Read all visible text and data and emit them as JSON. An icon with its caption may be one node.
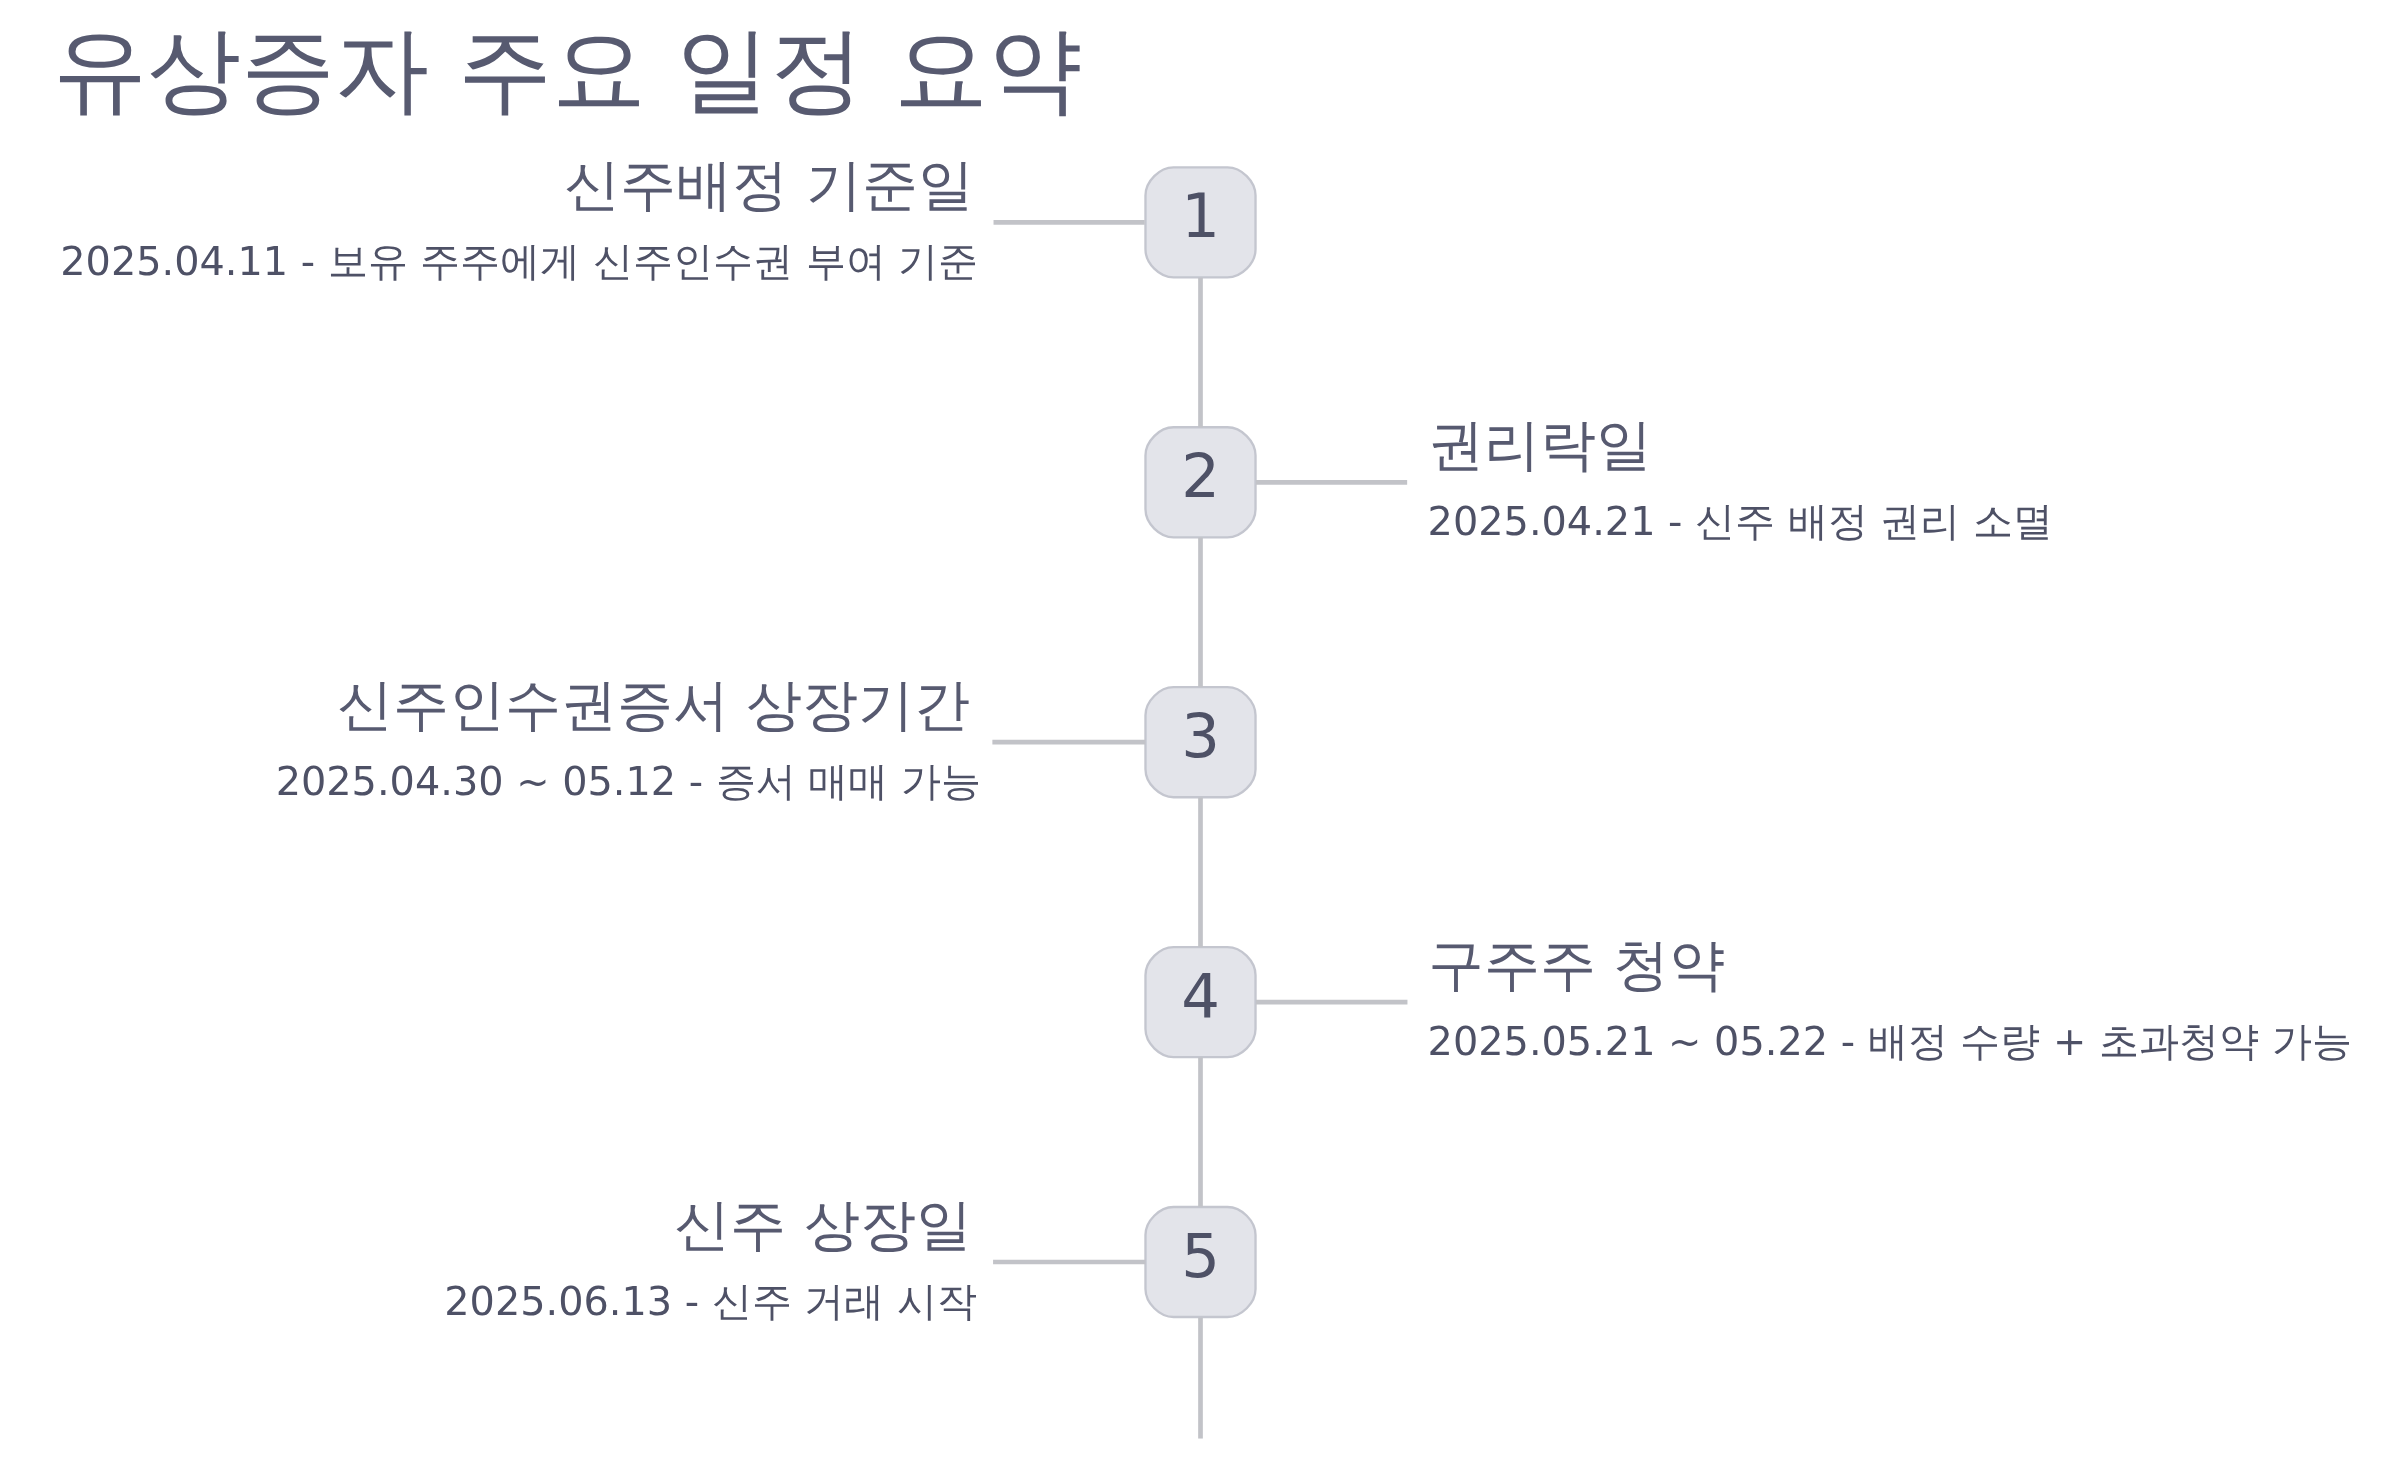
{
  "diagram": {
    "title": "유상증자 주요 일정 요약",
    "nodes": [
      {
        "text": [
          "신주배정 기준일",
          "2025.04.11 - 보유 주주에게 신주인수권 부여 기준"
        ]
      },
      {
        "text": [
          "1"
        ]
      },
      {
        "text": [
          "2"
        ]
      },
      {
        "text": [
          "권리락일",
          "2025.04.21 - 신주 배정 권리 소멸"
        ]
      },
      {
        "text": [
          "신주인수권증서 상장기간",
          "2025.04.30 ~ 05.12 - 증서 매매 가능"
        ]
      },
      {
        "text": [
          "3"
        ]
      },
      {
        "text": [
          "4"
        ]
      },
      {
        "text": [
          "구주주 청약",
          "2025.05.21 ~ 05.22 - 배정 수량 + 초과청약 가능"
        ]
      },
      {
        "text": [
          "신주 상장일",
          "2025.06.13 - 신주 거래 시작"
        ]
      },
      {
        "text": [
          "5"
        ]
      }
    ],
    "edges": [
      {
        "from": 0,
        "to": 1,
        "arrow": "none"
      },
      {
        "from": 1,
        "to": 2,
        "arrow": "none"
      },
      {
        "from": 2,
        "to": 3,
        "arrow": "none"
      },
      {
        "from": 2,
        "to": 5,
        "arrow": "none"
      },
      {
        "from": 4,
        "to": 5,
        "arrow": "none"
      },
      {
        "from": 5,
        "to": 6,
        "arrow": "none"
      },
      {
        "from": 6,
        "to": 7,
        "arrow": "none"
      },
      {
        "from": 6,
        "to": 9,
        "arrow": "none"
      },
      {
        "from": 8,
        "to": 9,
        "arrow": "none"
      },
      {
        "from": 9,
        "to": null,
        "arrow": "none"
      }
    ]
  }
}
